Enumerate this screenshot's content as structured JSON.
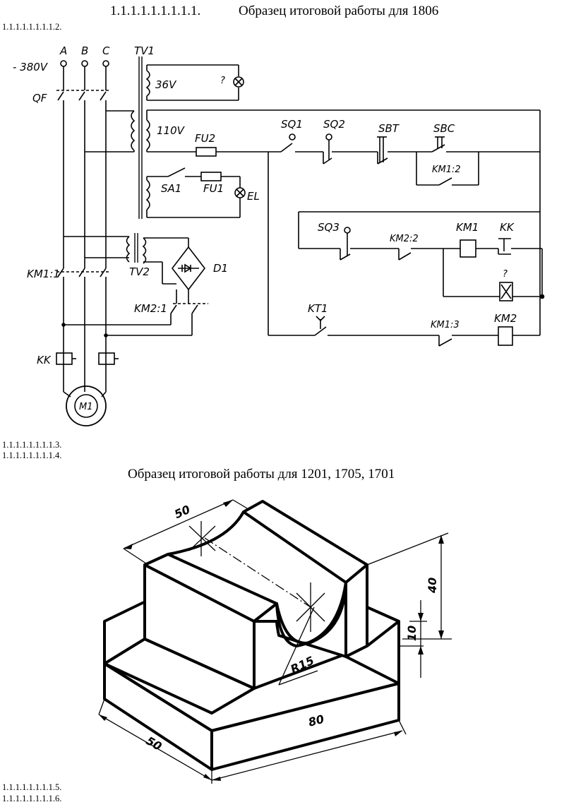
{
  "header": {
    "number": "1.1.1.1.1.1.1.1.1.",
    "title": "Образец итоговой работы  для 1806"
  },
  "numbering": {
    "n2": "1.1.1.1.1.1.1.1.2.",
    "n3": "1.1.1.1.1.1.1.1.3.",
    "n4": "1.1.1.1.1.1.1.1.4.",
    "n5": "1.1.1.1.1.1.1.1.5.",
    "n6": "1.1.1.1.1.1.1.1.6."
  },
  "section2": {
    "title": "Образец итоговой работы  для 1201, 1705, 1701"
  },
  "circuit": {
    "labels": {
      "voltage_in": "- 380V",
      "phase_a": "A",
      "phase_b": "B",
      "phase_c": "C",
      "tv1": "TV1",
      "v36": "36V",
      "v110": "110V",
      "qf": "QF",
      "fu2": "FU2",
      "fu1": "FU1",
      "sa1": "SA1",
      "el": "EL",
      "sq1": "SQ1",
      "sq2": "SQ2",
      "sbt": "SBT",
      "sbc": "SBC",
      "km1_2": "KM1:2",
      "sq3": "SQ3",
      "km2_2": "KM2:2",
      "km1": "KM1",
      "kk_top": "KK",
      "km1_1": "KM1:1",
      "tv2": "TV2",
      "d1": "D1",
      "km2_1": "KM2:1",
      "kt1": "KT1",
      "km1_3": "KM1:3",
      "km2": "KM2",
      "kk_left": "KK",
      "m1": "M1"
    }
  },
  "part_drawing": {
    "dimensions": {
      "d50_top": "50",
      "d40": "40",
      "d10": "10",
      "r15": "R15",
      "d80": "80",
      "d50_left": "50"
    }
  }
}
